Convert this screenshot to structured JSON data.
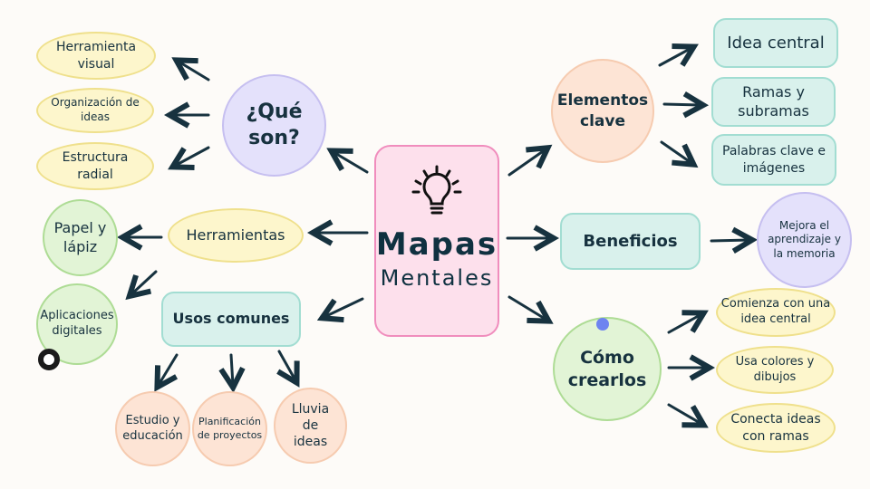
{
  "center": {
    "title": "Mapas",
    "subtitle": "Mentales",
    "icon": "lightbulb-icon"
  },
  "que_son": {
    "label": "¿Qué son?",
    "items": [
      "Herramienta visual",
      "Organización de ideas",
      "Estructura radial"
    ]
  },
  "herramientas": {
    "label": "Herramientas",
    "items": [
      "Papel y lápiz",
      "Aplicaciones digitales"
    ]
  },
  "usos": {
    "label": "Usos comunes",
    "items": [
      "Estudio y educación",
      "Planificación de proyectos",
      "Lluvia de ideas"
    ]
  },
  "elementos": {
    "label": "Elementos clave",
    "items": [
      "Idea central",
      "Ramas y subramas",
      "Palabras clave e imágenes"
    ]
  },
  "beneficios": {
    "label": "Beneficios",
    "items": [
      "Mejora el aprendizaje y la memoria"
    ]
  },
  "como": {
    "label": "Cómo crearlos",
    "items": [
      "Comienza con una idea central",
      "Usa colores y dibujos",
      "Conecta ideas con ramas"
    ]
  },
  "colors": {
    "text": "#17323f",
    "pink": "#fde0ec",
    "yellow": "#fdf6cc",
    "green": "#e2f4d6",
    "purple": "#e4e1fb",
    "teal": "#d9f1ec",
    "peach": "#fde4d5"
  }
}
